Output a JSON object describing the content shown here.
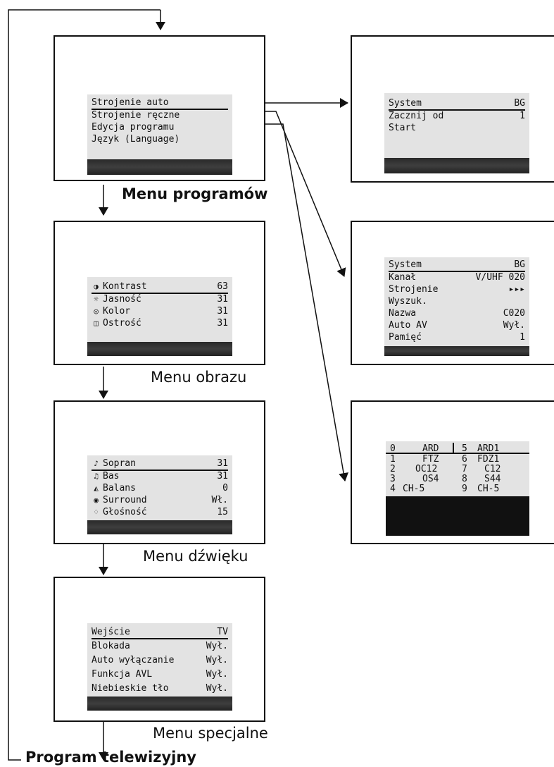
{
  "captions": {
    "programs": "Menu programów",
    "picture": "Menu obrazu",
    "sound": "Menu dźwięku",
    "special": "Menu specjalne",
    "tv": "Program telewizyjny"
  },
  "program_menu": {
    "items": [
      "Strojenie auto",
      "Strojenie ręczne",
      "Edycja programu",
      "Język (Language)"
    ]
  },
  "picture_menu": {
    "items": [
      {
        "icon": "contrast-icon",
        "glyph": "◑",
        "label": "Kontrast",
        "value": "63"
      },
      {
        "icon": "brightness-icon",
        "glyph": "☼",
        "label": "Jasność",
        "value": "31"
      },
      {
        "icon": "color-icon",
        "glyph": "◎",
        "label": "Kolor",
        "value": "31"
      },
      {
        "icon": "sharpness-icon",
        "glyph": "◫",
        "label": "Ostrość",
        "value": "31"
      }
    ]
  },
  "sound_menu": {
    "items": [
      {
        "icon": "treble-icon",
        "glyph": "♪",
        "label": "Sopran",
        "value": "31"
      },
      {
        "icon": "bass-icon",
        "glyph": "♫",
        "label": "Bas",
        "value": "31"
      },
      {
        "icon": "balance-icon",
        "glyph": "◭",
        "label": "Balans",
        "value": "0"
      },
      {
        "icon": "surround-icon",
        "glyph": "◉",
        "label": "Surround",
        "value": "Wł."
      },
      {
        "icon": "volume-icon",
        "glyph": "♢",
        "label": "Głośność",
        "value": "15"
      }
    ]
  },
  "special_menu": {
    "items": [
      {
        "label": "Wejście",
        "value": "TV"
      },
      {
        "label": "Blokada",
        "value": "Wył."
      },
      {
        "label": "Auto wyłączanie",
        "value": "Wył."
      },
      {
        "label": "Funkcja AVL",
        "value": "Wył."
      },
      {
        "label": "Niebieskie tło",
        "value": "Wył."
      }
    ]
  },
  "auto_tuning": {
    "items": [
      {
        "label": "System",
        "value": "BG"
      },
      {
        "label": "Zacznij od",
        "value": "1"
      },
      {
        "label": "Start",
        "value": ""
      }
    ]
  },
  "manual_tuning": {
    "items": [
      {
        "label": "System",
        "value": "BG"
      },
      {
        "label": "Kanał",
        "value": "V/UHF 020"
      },
      {
        "label": "Strojenie",
        "value": "▸▸▸"
      },
      {
        "label": "Wyszuk.",
        "value": ""
      },
      {
        "label": "Nazwa",
        "value": "C020"
      },
      {
        "label": "Auto AV",
        "value": "Wył."
      },
      {
        "label": "Pamięć",
        "value": "1"
      }
    ]
  },
  "program_edit": {
    "rows": [
      {
        "n1": "0",
        "c1": "ARD",
        "n2": "5",
        "c2": "ARD1"
      },
      {
        "n1": "1",
        "c1": "FTZ",
        "n2": "6",
        "c2": "FDZ1"
      },
      {
        "n1": "2",
        "c1": "OC12",
        "n2": "7",
        "c2": "C12"
      },
      {
        "n1": "3",
        "c1": "OS4",
        "n2": "8",
        "c2": "S44"
      },
      {
        "n1": "4",
        "c1": "CH-5",
        "n2": "9",
        "c2": "CH-5"
      }
    ]
  }
}
